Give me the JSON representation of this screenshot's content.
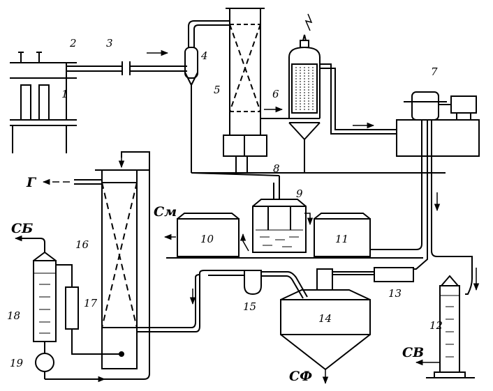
{
  "labels": {
    "n1": "1",
    "n2": "2",
    "n3": "3",
    "n4": "4",
    "n5": "5",
    "n6": "6",
    "n7": "7",
    "n8": "8",
    "n9": "9",
    "n10": "10",
    "n11": "11",
    "n12": "12",
    "n13": "13",
    "n14": "14",
    "n15": "15",
    "n16": "16",
    "n17": "17",
    "n18": "18",
    "n19": "19"
  },
  "outputs": {
    "gas": "Г",
    "sm": "См",
    "sb": "СБ",
    "sv": "СВ",
    "sf": "СФ"
  }
}
